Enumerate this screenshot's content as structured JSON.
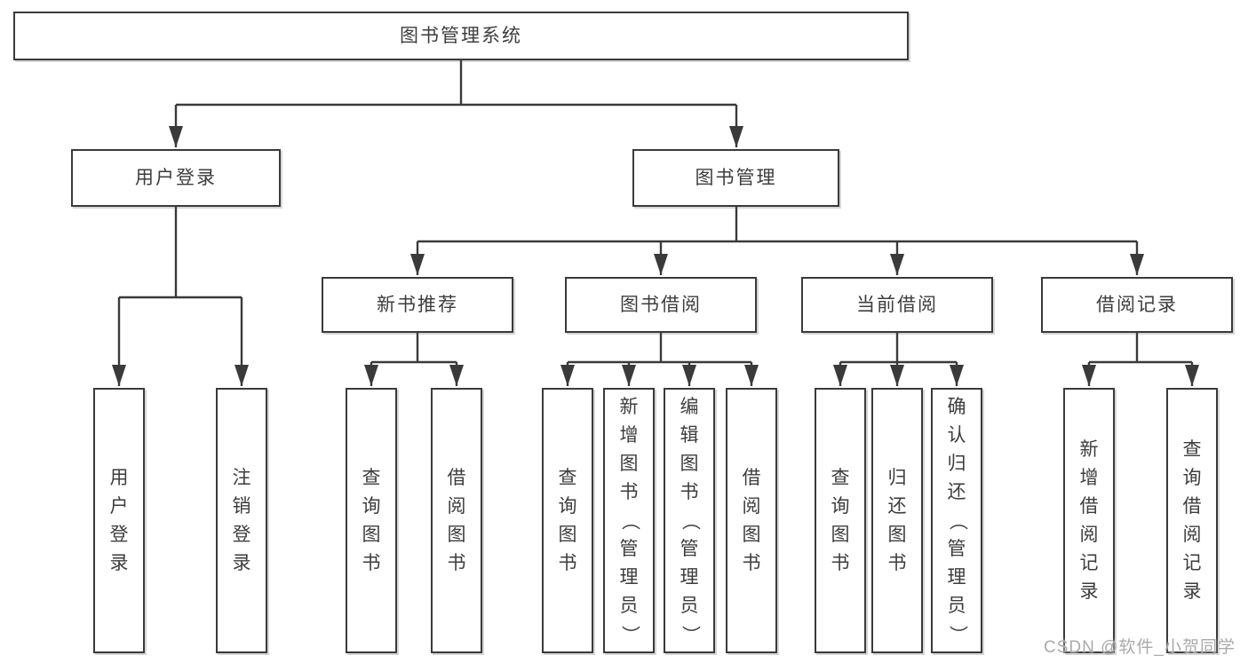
{
  "nodes": {
    "root": {
      "label": "图书管理系统"
    },
    "user_login": {
      "label": "用户登录",
      "children": [
        {
          "label": "用户登录"
        },
        {
          "label": "注销登录"
        }
      ]
    },
    "book_management": {
      "label": "图书管理",
      "children": [
        {
          "label": "新书推荐",
          "children": [
            {
              "label": "查询图书"
            },
            {
              "label": "借阅图书"
            }
          ]
        },
        {
          "label": "图书借阅",
          "children": [
            {
              "label": "查询图书"
            },
            {
              "label": "新增图书（管理员）"
            },
            {
              "label": "编辑图书（管理员）"
            },
            {
              "label": "借阅图书"
            }
          ]
        },
        {
          "label": "当前借阅",
          "children": [
            {
              "label": "查询图书"
            },
            {
              "label": "归还图书"
            },
            {
              "label": "确认归还（管理员）"
            }
          ]
        },
        {
          "label": "借阅记录",
          "children": [
            {
              "label": "新增借阅记录"
            },
            {
              "label": "查询借阅记录"
            }
          ]
        }
      ]
    }
  },
  "watermark": "CSDN @软件_小贺同学",
  "colors": {
    "line": "#3a3a3a",
    "box_border": "#3a3a3a",
    "text": "#3d3d3d",
    "background": "#ffffff",
    "watermark": "#aaaaaa"
  }
}
